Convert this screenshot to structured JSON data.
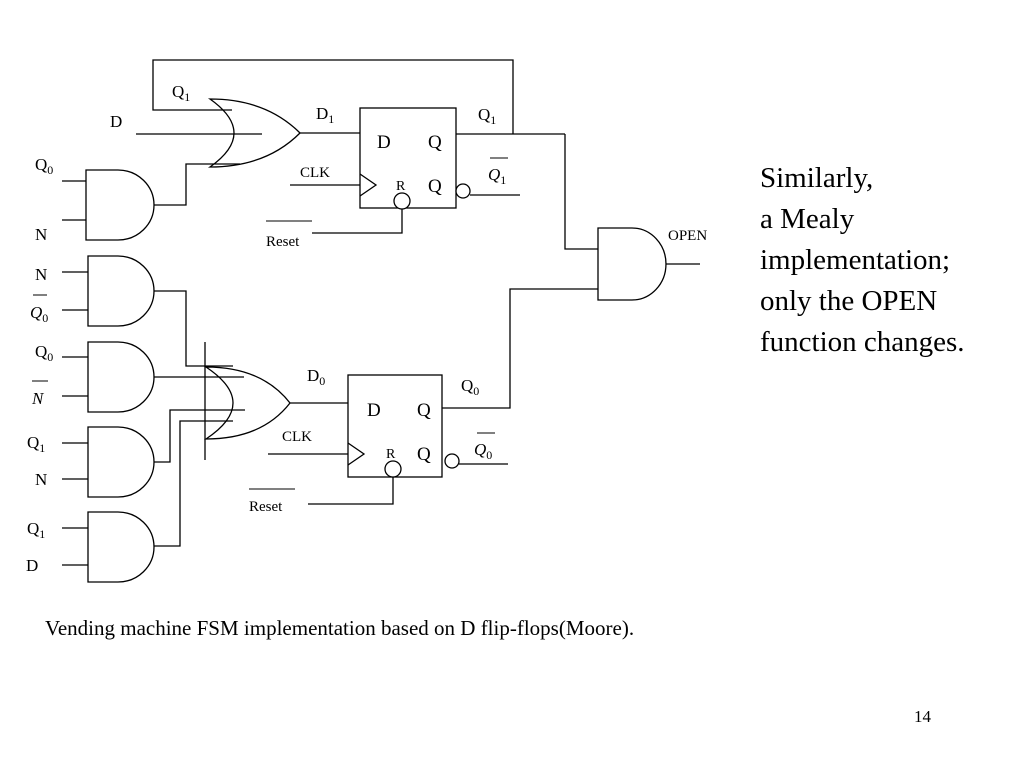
{
  "labels": {
    "q": "Q",
    "d": "D",
    "n": "N",
    "sub_0": "0",
    "sub_1": "1",
    "clk": "CLK",
    "reset": "Reset",
    "r": "R",
    "open": "OPEN"
  },
  "side_note": [
    "Similarly,",
    "a Mealy",
    "implementation;",
    "only the OPEN",
    "function changes."
  ],
  "caption": "Vending machine FSM implementation based on D flip-flops(Moore).",
  "page_number": "14"
}
